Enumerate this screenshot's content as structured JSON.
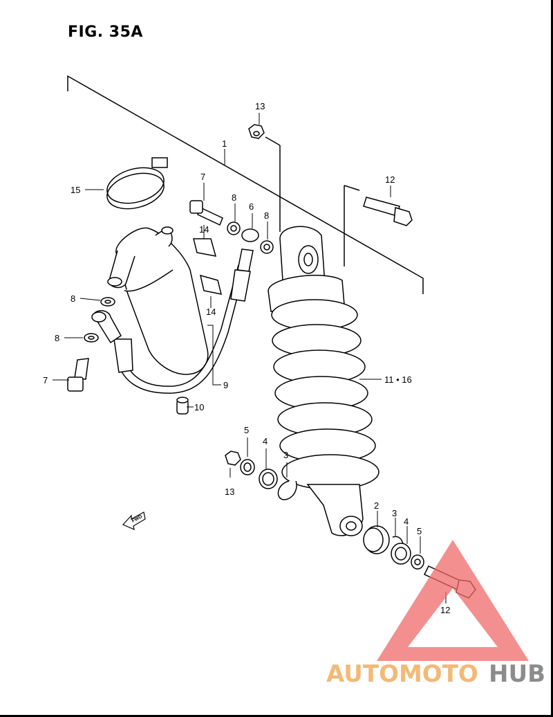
{
  "title": "FIG. 35A",
  "fwd_label": "FWD",
  "watermark": {
    "part1": "AUTOMOTO",
    "part2": "HUB",
    "color1": "#f4b976",
    "color2": "#8c8c8c",
    "triangle_color": "#f06a6a"
  },
  "callouts": {
    "c1": "1",
    "c2": "2",
    "c3a": "3",
    "c3b": "3",
    "c4a": "4",
    "c4b": "4",
    "c5a": "5",
    "c5b": "5",
    "c6": "6",
    "c7a": "7",
    "c7b": "7",
    "c8a": "8",
    "c8b": "8",
    "c8c": "8",
    "c8d": "8",
    "c9": "9",
    "c10": "10",
    "c11": "11 • 16",
    "c12a": "12",
    "c12b": "12",
    "c13a": "13",
    "c13b": "13",
    "c14a": "14",
    "c14b": "14",
    "c15": "15"
  }
}
